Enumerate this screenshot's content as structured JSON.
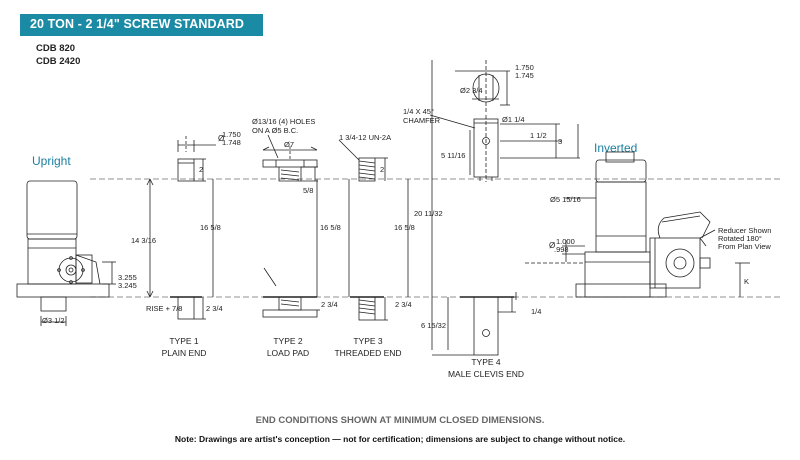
{
  "header": {
    "title": "20 TON - 2 1/4\" SCREW STANDARD"
  },
  "models": [
    "CDB 820",
    "CDB 2420"
  ],
  "views": {
    "upright": "Upright",
    "inverted": "Inverted"
  },
  "types": [
    {
      "name": "TYPE 1",
      "desc": "PLAIN END"
    },
    {
      "name": "TYPE 2",
      "desc": "LOAD PAD"
    },
    {
      "name": "TYPE 3",
      "desc": "THREADED END"
    },
    {
      "name": "TYPE 4",
      "desc": "MALE CLEVIS END"
    }
  ],
  "dimensions": {
    "d_1750": "1.750",
    "d_1748": "1.748",
    "holes_1": "Ø13/16 (4) HOLES",
    "holes_2": "ON A  Ø5 B.C.",
    "dia7": "Ø7",
    "thread": "1 3/4-12 UN-2A",
    "chamfer_1": "1/4 X 45°",
    "chamfer_2": "CHAMFER",
    "dia_2_3_4": "Ø2 3/4",
    "top_1750": "1.750",
    "top_1745": "1.745",
    "dia_1_1_4": "Ø1 1/4",
    "d_1_1_2": "1 1/2",
    "d_3": "3",
    "d_5_11_16": "5 11/16",
    "d_2": "2",
    "d_5_8": "5/8",
    "d_14_3_16": "14 3/16",
    "d_16_5_8": "16 5/8",
    "d_20_11_32": "20 11/32",
    "d_3255": "3.255",
    "d_3245": "3.245",
    "rise": "RISE + 7/8",
    "d_2_3_4": "2 3/4",
    "d_3_1_2": "Ø3 1/2",
    "d_6_15_32": "6 15/32",
    "d_1_4": "1/4",
    "d_5_15_16": "Ø5 15/16",
    "d_1000": "1.000",
    "d_998": ".998",
    "d_k": "K",
    "reducer_1": "Reducer Shown",
    "reducer_2": "Rotated 180°",
    "reducer_3": "From Plan View"
  },
  "footer": {
    "note1": "END CONDITIONS SHOWN AT MINIMUM CLOSED DIMENSIONS.",
    "note2": "Note: Drawings are artist's conception — not for certification; dimensions are subject to change without notice."
  }
}
